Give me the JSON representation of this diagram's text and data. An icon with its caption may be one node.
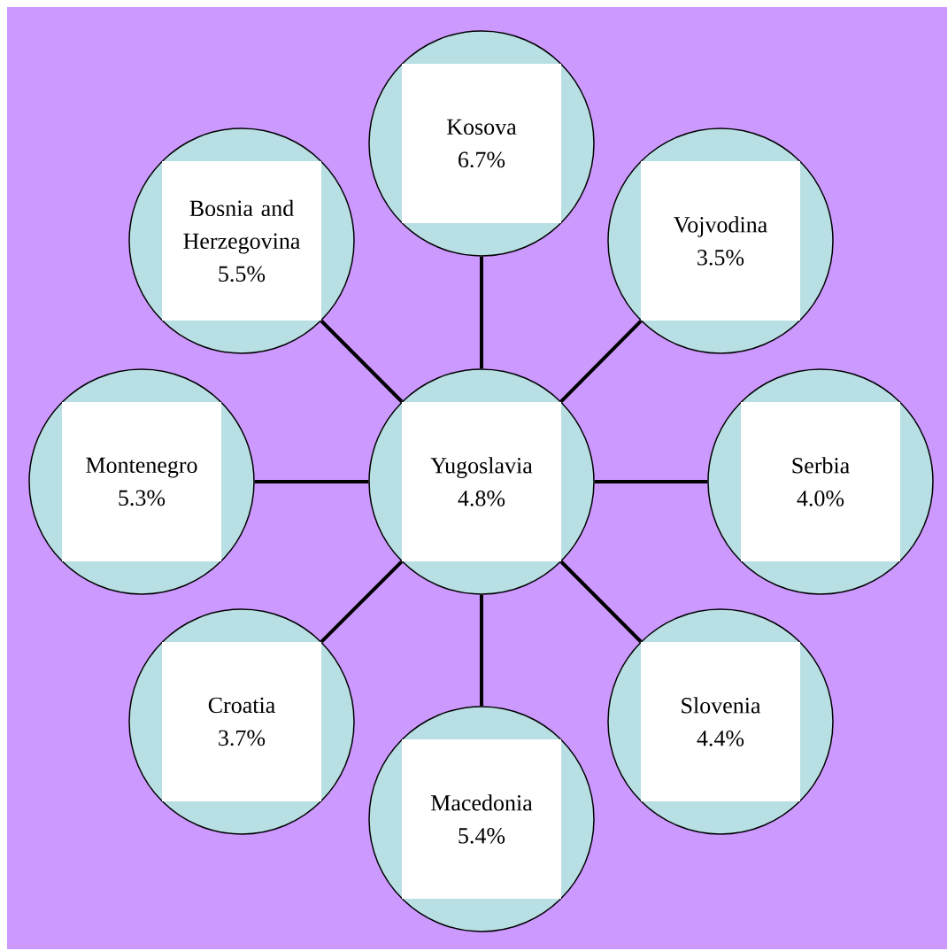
{
  "diagram": {
    "nodes": [
      {
        "text": [
          "Yugoslavia",
          "4.8%"
        ]
      },
      {
        "text": [
          "Kosova",
          "6.7%"
        ]
      },
      {
        "text": [
          "Bosnia and Herzegovina",
          "5.5%"
        ]
      },
      {
        "text": [
          "Vojvodina",
          "3.5%"
        ]
      },
      {
        "text": [
          "Montenegro",
          "5.3%"
        ]
      },
      {
        "text": [
          "Serbia",
          "4.0%"
        ]
      },
      {
        "text": [
          "Croatia",
          "3.7%"
        ]
      },
      {
        "text": [
          "Slovenia",
          "4.4%"
        ]
      },
      {
        "text": [
          "Macedonia",
          "5.4%"
        ]
      }
    ],
    "edges": [
      {
        "from": 0,
        "to": 1,
        "arrow": "none"
      },
      {
        "from": 0,
        "to": 2,
        "arrow": "none"
      },
      {
        "from": 0,
        "to": 3,
        "arrow": "none"
      },
      {
        "from": 0,
        "to": 4,
        "arrow": "none"
      },
      {
        "from": 0,
        "to": 5,
        "arrow": "none"
      },
      {
        "from": 0,
        "to": 6,
        "arrow": "none"
      },
      {
        "from": 0,
        "to": 7,
        "arrow": "none"
      },
      {
        "from": 0,
        "to": 8,
        "arrow": "none"
      }
    ]
  }
}
